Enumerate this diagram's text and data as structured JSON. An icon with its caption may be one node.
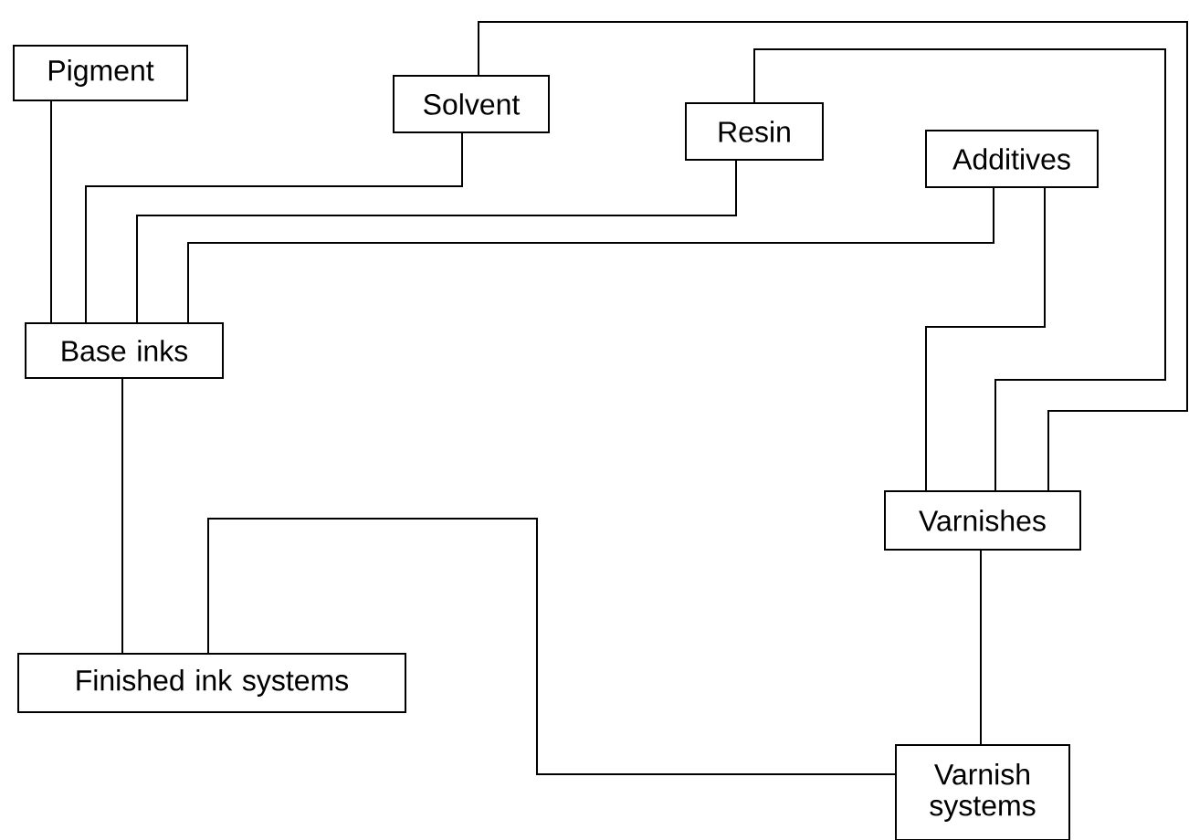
{
  "diagram": {
    "nodes": [
      {
        "text": [
          "Pigment"
        ]
      },
      {
        "text": [
          "Solvent"
        ]
      },
      {
        "text": [
          "Resin"
        ]
      },
      {
        "text": [
          "Additives"
        ]
      },
      {
        "text": [
          "Base inks"
        ]
      },
      {
        "text": [
          "Varnishes"
        ]
      },
      {
        "text": [
          "Finished ink systems"
        ]
      },
      {
        "text": [
          "Varnish systems"
        ]
      }
    ],
    "edges": [
      {
        "from": 0,
        "to": 4,
        "arrow": "none"
      },
      {
        "from": 1,
        "to": 4,
        "arrow": "none"
      },
      {
        "from": 2,
        "to": 4,
        "arrow": "none"
      },
      {
        "from": 3,
        "to": 4,
        "arrow": "none"
      },
      {
        "from": 3,
        "to": 5,
        "arrow": "none"
      },
      {
        "from": 2,
        "to": 5,
        "arrow": "none"
      },
      {
        "from": 1,
        "to": 5,
        "arrow": "none"
      },
      {
        "from": 4,
        "to": 6,
        "arrow": "none"
      },
      {
        "from": 5,
        "to": 7,
        "arrow": "none"
      },
      {
        "from": 7,
        "to": 6,
        "arrow": "none"
      }
    ]
  }
}
